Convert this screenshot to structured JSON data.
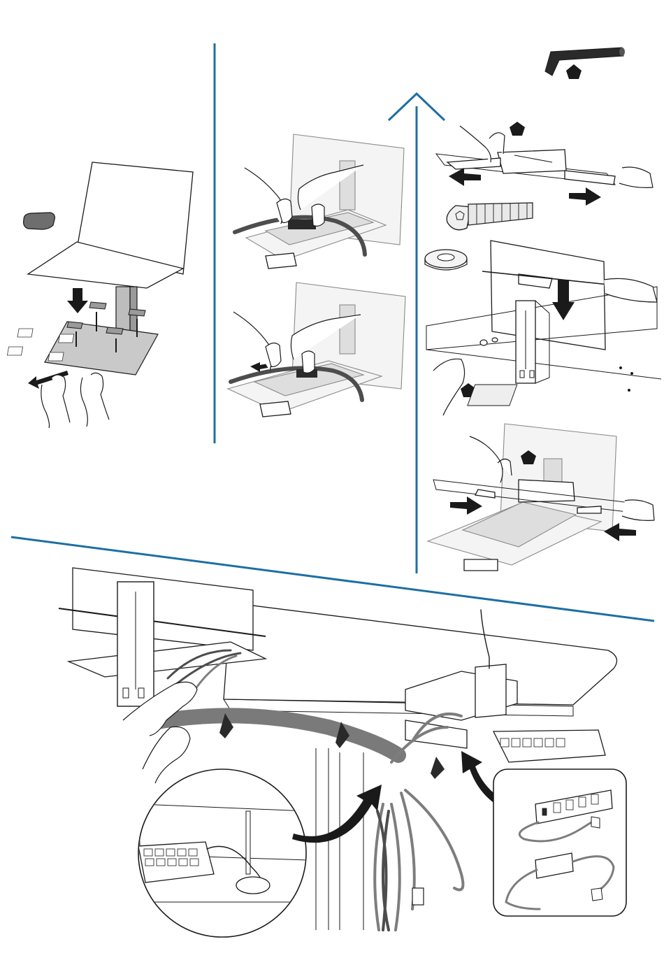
{
  "figure": {
    "kind": "assembly-instruction-illustration",
    "tool_icon": "hex-key-icon",
    "marker_icon": "pentagon-marker-icon",
    "divider_color": "#1d6fa3",
    "steps": [
      {
        "name": "laptop-tray-mount",
        "icons": [
          "laptop",
          "rubber-pad",
          "tray-plate",
          "down-arrow-icon"
        ]
      },
      {
        "name": "strap-buckle-top",
        "icons": [
          "tray",
          "strap",
          "buckle"
        ]
      },
      {
        "name": "strap-buckle-bottom",
        "icons": [
          "tray",
          "strap",
          "buckle"
        ]
      },
      {
        "name": "bracket-slide-out",
        "icons": [
          "bracket",
          "left-arrow-icon",
          "right-arrow-icon",
          "pentagon-marker-icon"
        ]
      },
      {
        "name": "screw-and-washer",
        "icons": [
          "button-head-screw",
          "washer"
        ]
      },
      {
        "name": "bracket-attach",
        "icons": [
          "bracket",
          "post",
          "down-arrow-icon",
          "pentagon-marker-icon"
        ]
      },
      {
        "name": "bracket-slide-in",
        "icons": [
          "bracket",
          "right-arrow-icon",
          "left-arrow-icon",
          "pentagon-marker-icon"
        ]
      },
      {
        "name": "cable-management",
        "icons": [
          "cable-bundle",
          "power-strip",
          "power-adapter",
          "keyboard",
          "mouse",
          "curved-arrow-icon"
        ]
      }
    ]
  }
}
